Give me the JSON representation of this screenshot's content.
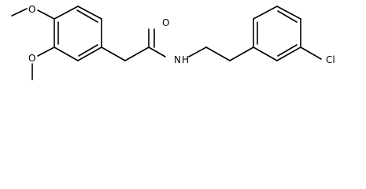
{
  "molecule": {
    "atoms": {
      "methoxy_top_o": "O",
      "methoxy_bottom_o": "O",
      "carbonyl_o": "O",
      "amide_n": "N",
      "amide_h": "H",
      "chloro": "Cl"
    }
  },
  "colors": {
    "bond": "#000000",
    "label": "#000000",
    "background": "#ffffff"
  }
}
